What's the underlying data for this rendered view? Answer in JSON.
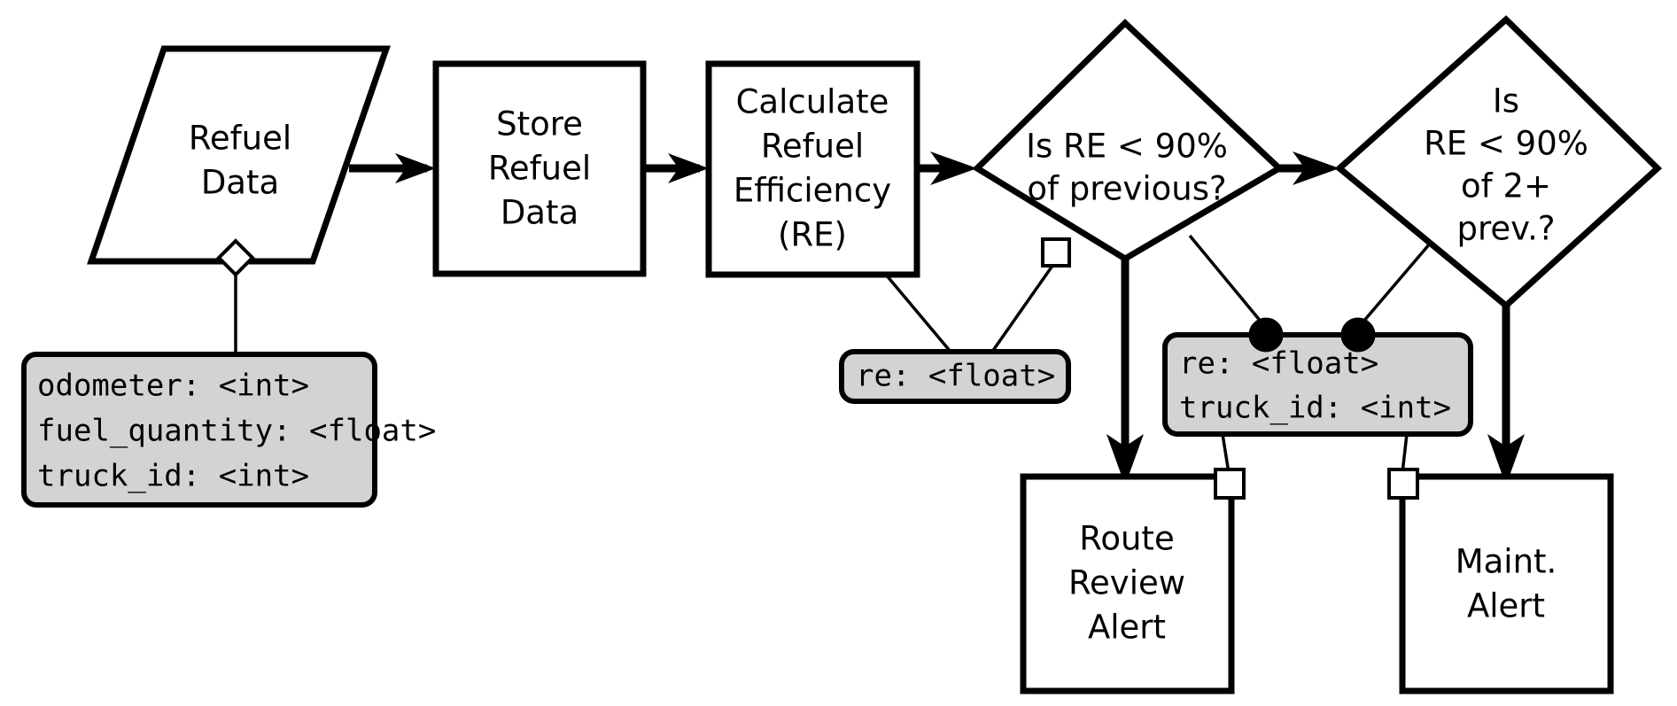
{
  "diagram": {
    "title": "Refuel Efficiency Monitoring Flowchart",
    "background_color": "#ffffff",
    "stroke_color": "#000000",
    "data_fill_color": "#d3d3d3",
    "nodes": {
      "refuel_data": {
        "type": "parallelogram",
        "lines": [
          "Refuel",
          "Data"
        ]
      },
      "store_refuel_data": {
        "type": "process",
        "lines": [
          "Store",
          "Refuel",
          "Data"
        ]
      },
      "calculate_re": {
        "type": "process",
        "lines": [
          "Calculate",
          "Refuel",
          "Efficiency",
          "(RE)"
        ]
      },
      "decision_prev": {
        "type": "decision",
        "lines": [
          "Is RE < 90%",
          "of previous?"
        ]
      },
      "decision_two_plus": {
        "type": "decision",
        "lines": [
          "Is",
          "RE < 90%",
          "of 2+",
          "prev.?"
        ]
      },
      "route_review_alert": {
        "type": "process",
        "lines": [
          "Route",
          "Review",
          "Alert"
        ]
      },
      "maint_alert": {
        "type": "process",
        "lines": [
          "Maint.",
          "Alert"
        ]
      }
    },
    "data_blocks": {
      "refuel_fields": {
        "lines": [
          "odometer: <int>",
          "fuel_quantity: <float>",
          "truck_id: <int>"
        ]
      },
      "re_field": {
        "lines": [
          "re: <float>"
        ]
      },
      "re_truck_fields": {
        "lines": [
          "re: <float>",
          "truck_id: <int>"
        ]
      }
    },
    "connectors": {
      "aggregation_diamond": "open-diamond-marker",
      "association_square": "open-square-marker",
      "composition_dot": "filled-circle-marker",
      "flow_arrow": "solid-arrowhead"
    }
  }
}
